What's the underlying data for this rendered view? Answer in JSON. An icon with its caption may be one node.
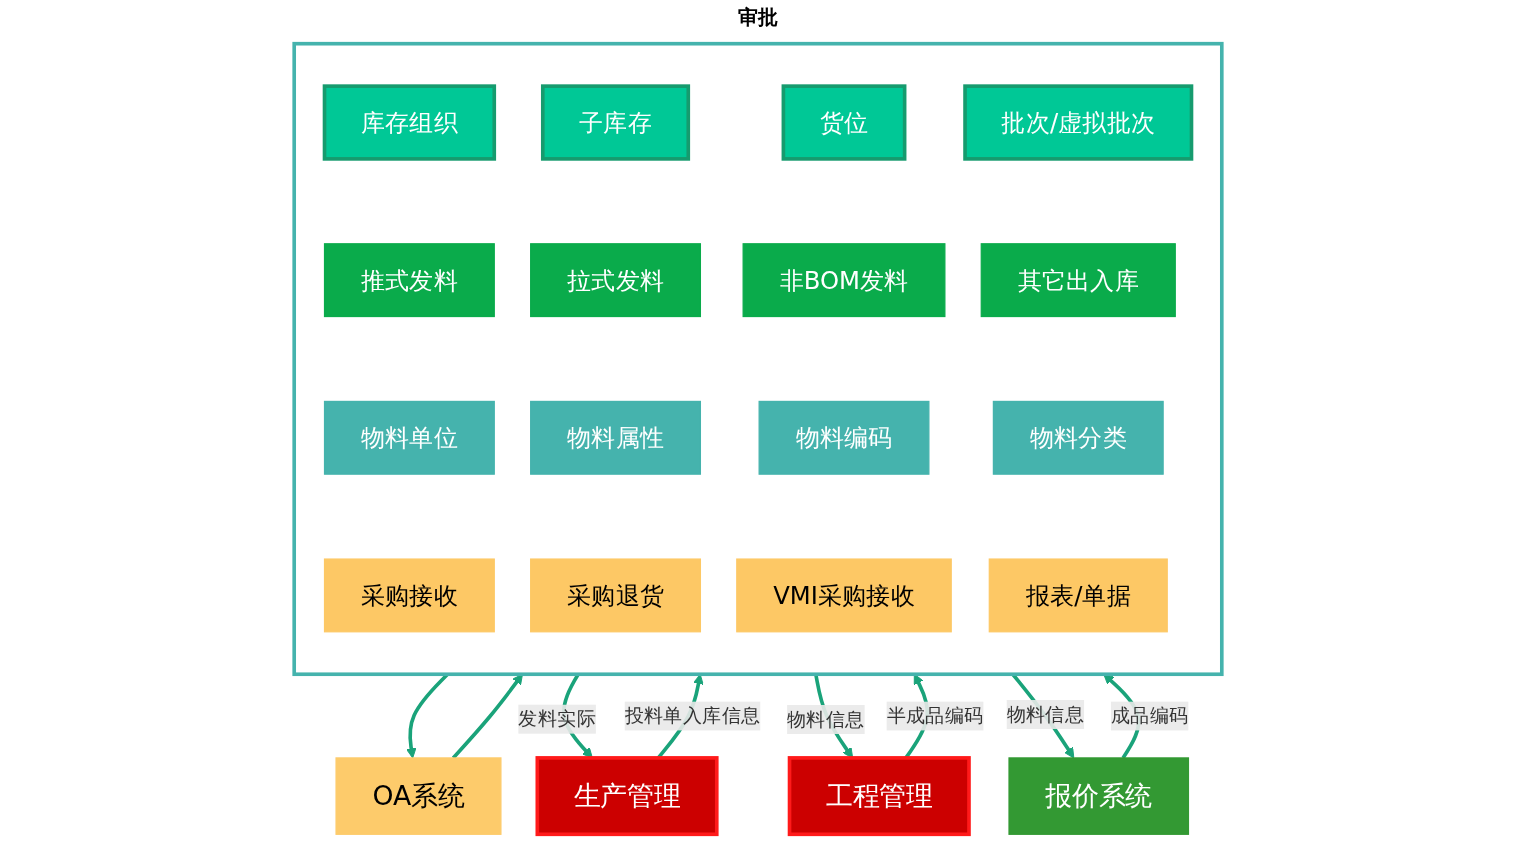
{
  "diagram": {
    "nodes": [
      {
        "text": [
          "OA系统"
        ]
      },
      {
        "text": [
          "生产管理"
        ]
      },
      {
        "text": [],
        "shape": "box"
      },
      {
        "text": [
          "库存组织"
        ],
        "in": 2
      },
      {
        "text": [
          "子库存"
        ],
        "in": 2
      },
      {
        "text": [
          "货位"
        ],
        "in": 2
      },
      {
        "text": [
          "批次/虚拟批次"
        ],
        "in": 2
      },
      {
        "text": [
          "推式发料"
        ],
        "in": 2
      },
      {
        "text": [
          "拉式发料"
        ],
        "in": 2
      },
      {
        "text": [
          "非BOM发料"
        ],
        "in": 2
      },
      {
        "text": [
          "其它出入库"
        ],
        "in": 2
      },
      {
        "text": [
          "物料单位"
        ],
        "in": 2
      },
      {
        "text": [
          "物料属性"
        ],
        "in": 2
      },
      {
        "text": [
          "物料编码"
        ],
        "in": 2
      },
      {
        "text": [
          "物料分类"
        ],
        "in": 2
      },
      {
        "text": [
          "采购接收"
        ],
        "in": 2
      },
      {
        "text": [
          "采购退货"
        ],
        "in": 2
      },
      {
        "text": [
          "VMI采购接收"
        ],
        "in": 2
      },
      {
        "text": [
          "报表/单据"
        ],
        "in": 2
      },
      {
        "text": [
          "工程管理"
        ]
      },
      {
        "text": [
          "报价系统"
        ]
      }
    ],
    "edges": [
      {
        "from": 2,
        "to": 0,
        "arrow": "to",
        "color": "#1aa37a"
      },
      {
        "from": 0,
        "to": 2,
        "arrow": "to",
        "color": "#1aa37a"
      },
      {
        "from": 1,
        "to": 2,
        "label": "投料单入库信息",
        "arrow": "to",
        "color": "#1aa37a"
      },
      {
        "from": 2,
        "to": 1,
        "label": "发料实际",
        "arrow": "to",
        "color": "#1aa37a"
      },
      {
        "from": 2,
        "to": 19,
        "label": "物料信息",
        "arrow": "to",
        "color": "#1aa37a"
      },
      {
        "from": 19,
        "to": 2,
        "label": "半成品编码",
        "arrow": "to",
        "color": "#1aa37a"
      },
      {
        "from": 2,
        "to": 20,
        "label": "物料信息",
        "arrow": "to",
        "color": "#1aa37a"
      },
      {
        "from": 20,
        "to": 2,
        "label": "成品编码",
        "arrow": "to",
        "color": "#1aa37a"
      }
    ],
    "labels": [
      "审批"
    ]
  }
}
